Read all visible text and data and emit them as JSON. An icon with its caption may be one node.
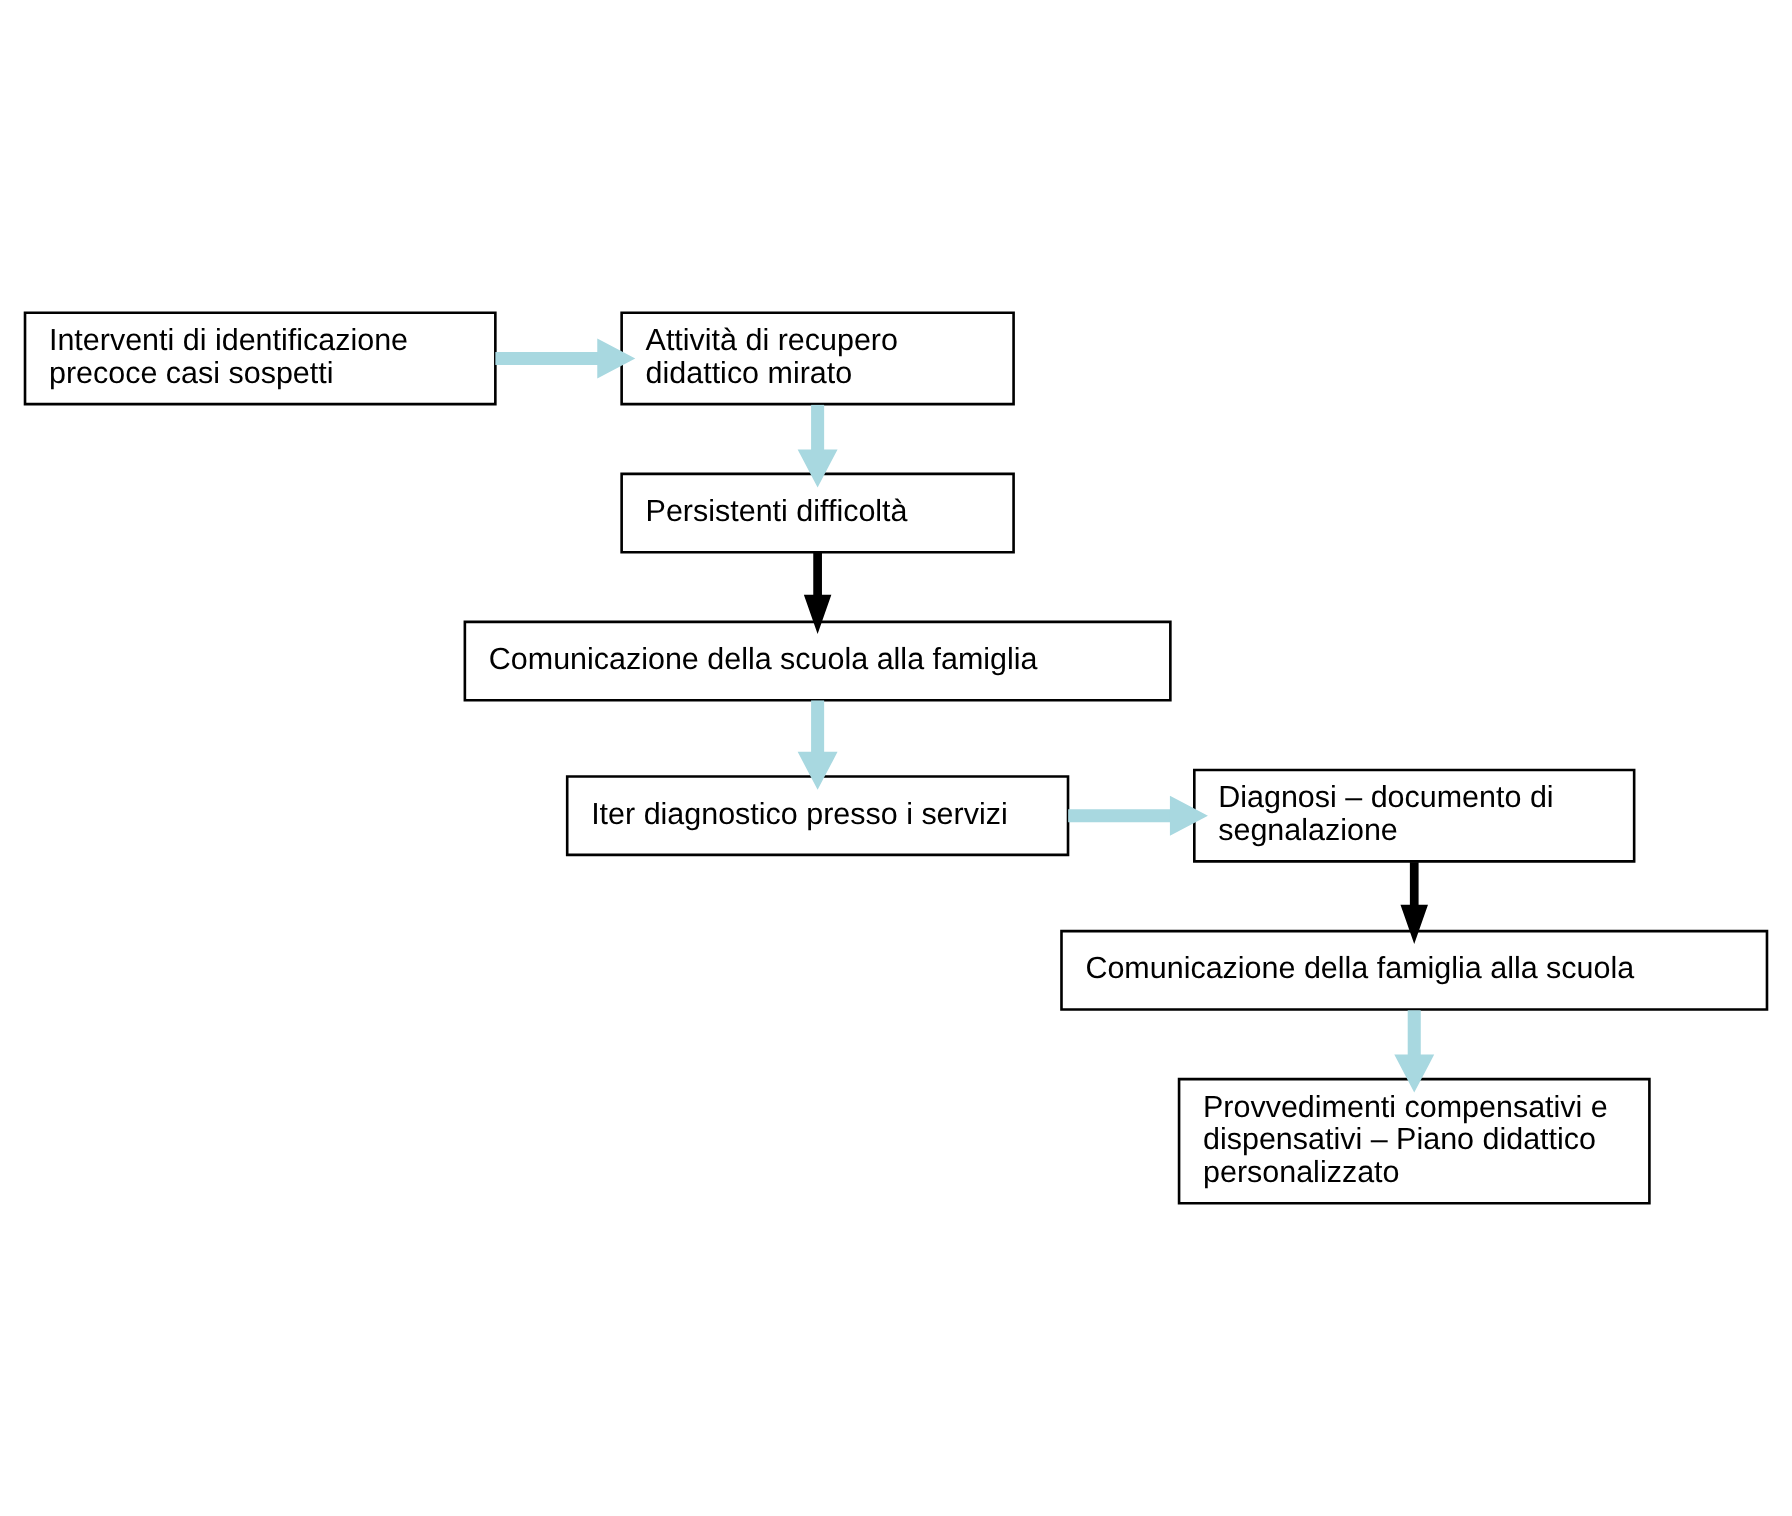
{
  "diagram": {
    "nodes": [
      {
        "text": [
          "Interventi di identificazione precoce casi sospetti"
        ]
      },
      {
        "text": [
          "Attività di recupero didattico mirato"
        ]
      },
      {
        "text": [
          "Persistenti difficoltà"
        ]
      },
      {
        "text": [
          "Comunicazione della scuola alla famiglia"
        ]
      },
      {
        "text": [
          "Iter diagnostico presso i servizi"
        ]
      },
      {
        "text": [
          "Diagnosi – documento di segnalazione"
        ]
      },
      {
        "text": [
          "Comunicazione della famiglia alla scuola"
        ]
      },
      {
        "text": [
          "Provvedimenti compensativi e dispensativi – Piano didattico personalizzato"
        ]
      }
    ],
    "edges": [
      {
        "from": 0,
        "to": 1,
        "arrow": "to"
      },
      {
        "from": 1,
        "to": 2,
        "arrow": "to"
      },
      {
        "from": 2,
        "to": 3,
        "arrow": "to",
        "color": "#000000"
      },
      {
        "from": 3,
        "to": 4,
        "arrow": "to"
      },
      {
        "from": 4,
        "to": 5,
        "arrow": "to"
      },
      {
        "from": 5,
        "to": 6,
        "arrow": "to",
        "color": "#000000"
      },
      {
        "from": 6,
        "to": 7,
        "arrow": "to"
      }
    ]
  }
}
